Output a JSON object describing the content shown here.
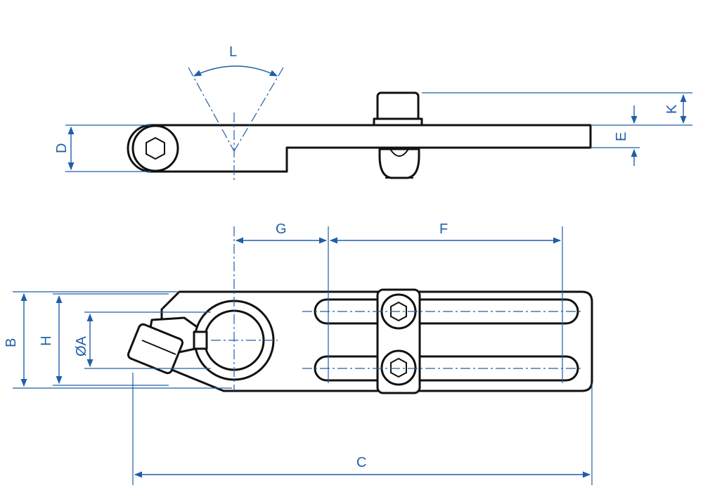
{
  "dimensions": {
    "L": "L",
    "D": "D",
    "E": "E",
    "K": "K",
    "G": "G",
    "F": "F",
    "B": "B",
    "H": "H",
    "A": "ØA",
    "C": "C"
  },
  "colors": {
    "dimension": "#1f5fa8",
    "outline": "#111111"
  }
}
